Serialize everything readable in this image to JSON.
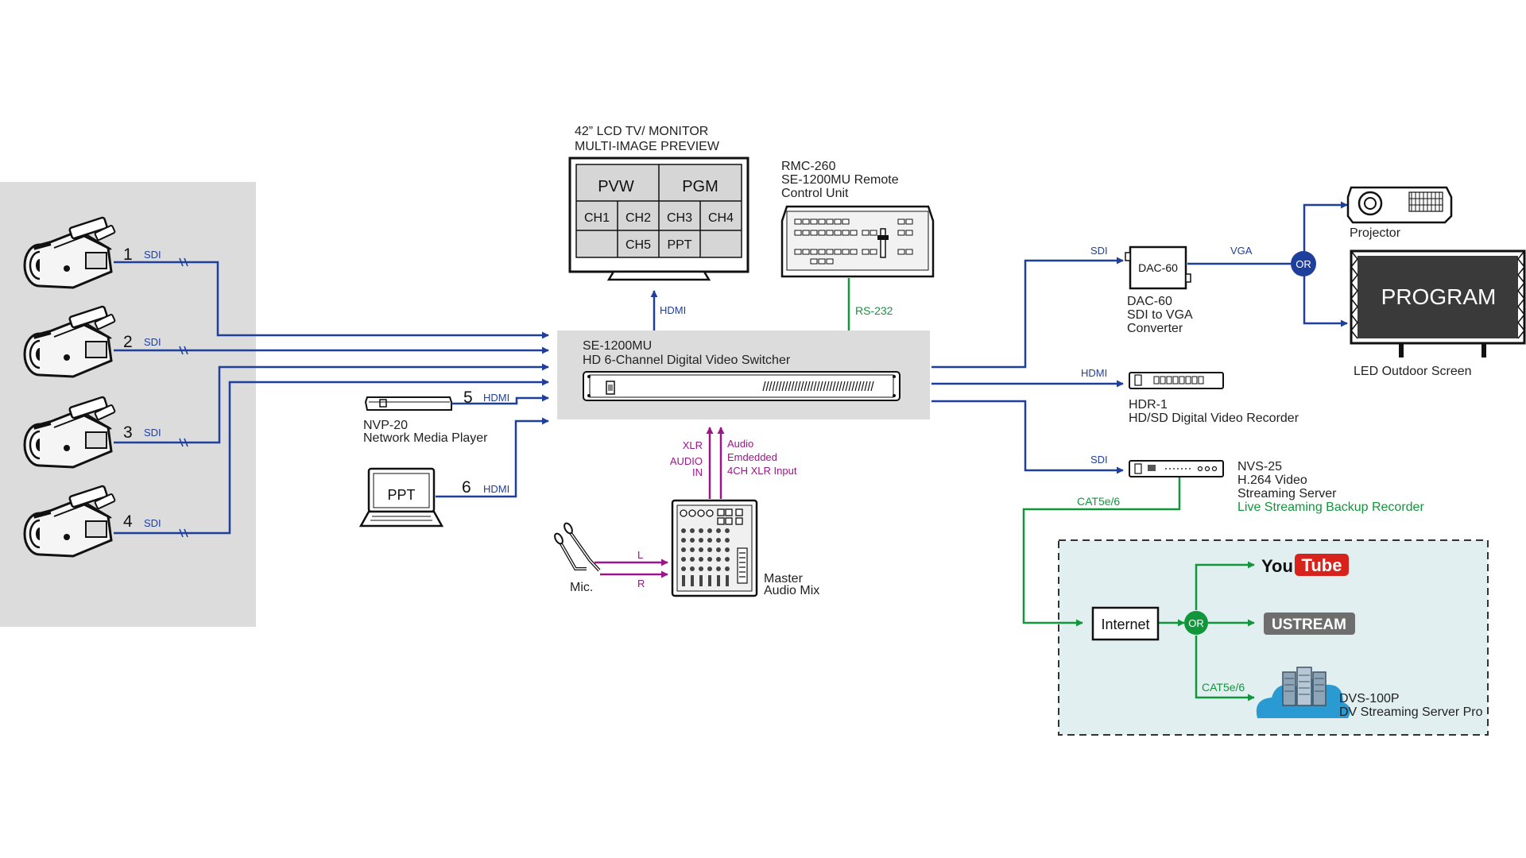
{
  "colors": {
    "signal_blue": "#1f3f9c",
    "network_green": "#12963c",
    "audio_purple": "#9a168a",
    "panel_gray": "#dcdcdc",
    "lan_zone": "#e1eff1",
    "youtube_red": "#d8231c",
    "ustream_gray": "#6e6e6e"
  },
  "cameras": [
    {
      "num": "1",
      "link": "SDI",
      "icon": "camcorder-icon"
    },
    {
      "num": "2",
      "link": "SDI",
      "icon": "camcorder-icon"
    },
    {
      "num": "3",
      "link": "SDI",
      "icon": "camcorder-icon"
    },
    {
      "num": "4",
      "link": "SDI",
      "icon": "camcorder-icon"
    }
  ],
  "monitor": {
    "title1": "42”  LCD TV/ MONITOR",
    "title2": "MULTI-IMAGE PREVIEW",
    "pvw": "PVW",
    "pgm": "PGM",
    "ch1": "CH1",
    "ch2": "CH2",
    "ch3": "CH3",
    "ch4": "CH4",
    "ch5": "CH5",
    "ppt": "PPT",
    "link": "HDMI"
  },
  "remote": {
    "title1": "RMC-260",
    "title2": "SE-1200MU Remote",
    "title3": "Control Unit",
    "link": "RS-232"
  },
  "switcher": {
    "title1": "SE-1200MU",
    "title2": "HD 6-Channel Digital Video Switcher"
  },
  "player": {
    "num": "5",
    "link": "HDMI",
    "title1": "NVP-20",
    "title2": "Network Media Player"
  },
  "laptop": {
    "num": "6",
    "link": "HDMI",
    "screen": "PPT"
  },
  "audio": {
    "xlr": "XLR",
    "audio_in1": "AUDIO",
    "audio_in2": "IN",
    "embedded1": "Audio",
    "embedded2": "Emdedded",
    "embedded3": "4CH XLR Input",
    "left": "L",
    "right": "R",
    "mic": "Mic.",
    "mixer1": "Master",
    "mixer2": "Audio Mix"
  },
  "converter": {
    "in_link": "SDI",
    "box": "DAC-60",
    "out_link": "VGA",
    "title1": "DAC-60",
    "title2": "SDI to VGA",
    "title3": "Converter",
    "or": "OR"
  },
  "projector": {
    "title": "Projector"
  },
  "led": {
    "screen": "PROGRAM",
    "title": "LED Outdoor Screen"
  },
  "recorder": {
    "link": "HDMI",
    "title1": "HDR-1",
    "title2": "HD/SD Digital Video Recorder"
  },
  "streamer": {
    "link": "SDI",
    "title1": "NVS-25",
    "title2": "H.264 Video",
    "title3": "Streaming Server",
    "title4": "Live Streaming Backup Recorder",
    "net": "CAT5e/6"
  },
  "internet": {
    "box": "Internet",
    "or": "OR",
    "net": "CAT5e/6"
  },
  "youtube": {
    "you": "You",
    "tube": "Tube"
  },
  "ustream": {
    "label": "USTREAM"
  },
  "dvs": {
    "title1": "DVS-100P",
    "title2": "DV Streaming Server Pro"
  }
}
